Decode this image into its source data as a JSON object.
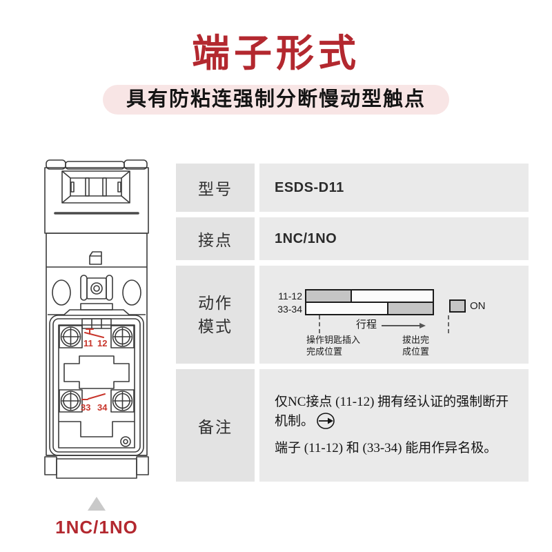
{
  "header": {
    "title": "端子形式",
    "subtitle": "具有防粘连强制分断慢动型触点"
  },
  "colors": {
    "accent_red": "#b3282f",
    "subtitle_bg": "#f8e5e5",
    "label_cell_bg": "#e3e3e3",
    "value_cell_bg": "#eaeaea",
    "bar_on_fill": "#c5c5c5",
    "contact_symbol_red": "#c8352b"
  },
  "drawing": {
    "nc_left": "11",
    "nc_right": "12",
    "no_left": "33",
    "no_right": "34",
    "caption": "1NC/1NO"
  },
  "spec_table": {
    "rows": [
      {
        "label": "型号",
        "value": "ESDS-D11"
      },
      {
        "label": "接点",
        "value": "1NC/1NO"
      },
      {
        "label": "动作模式"
      },
      {
        "label": "备注",
        "notes": [
          "仅NC接点 (11-12) 拥有经认证的强制断开机制。",
          "端子 (11-12) 和 (33-34) 能用作异名极。"
        ]
      }
    ]
  },
  "action_chart": {
    "type": "timeline",
    "rows": [
      {
        "label": "11-12",
        "on_range": [
          0,
          0.36
        ]
      },
      {
        "label": "33-34",
        "on_range": [
          0.64,
          1
        ]
      }
    ],
    "axis_label": "行程",
    "start_label": "操作钥匙插入\n完成位置",
    "end_label": "拔出完成位置",
    "legend_label": "ON"
  }
}
